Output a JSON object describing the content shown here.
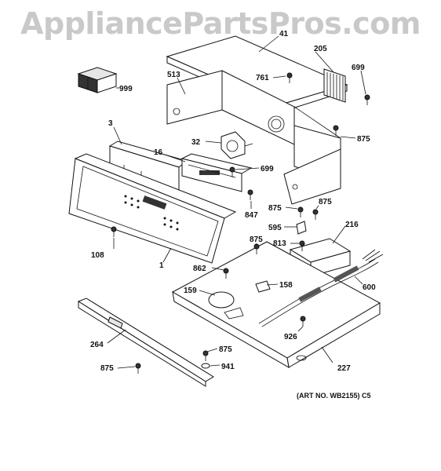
{
  "watermark": "AppliancePartsPros.com",
  "art_number": "(ART NO. WB2155) C5",
  "callouts": {
    "c41": "41",
    "c205": "205",
    "c699a": "699",
    "c513": "513",
    "c761": "761",
    "c999": "999",
    "c875a": "875",
    "c3": "3",
    "c32": "32",
    "c16": "16",
    "c699b": "699",
    "c847": "847",
    "c875b": "875",
    "c875c": "875",
    "c595": "595",
    "c216": "216",
    "c875d": "875",
    "c813": "813",
    "c108": "108",
    "c1": "1",
    "c862": "862",
    "c158": "158",
    "c600": "600",
    "c159": "159",
    "c926": "926",
    "c264": "264",
    "c875e": "875",
    "c875f": "875",
    "c941": "941",
    "c227": "227"
  }
}
